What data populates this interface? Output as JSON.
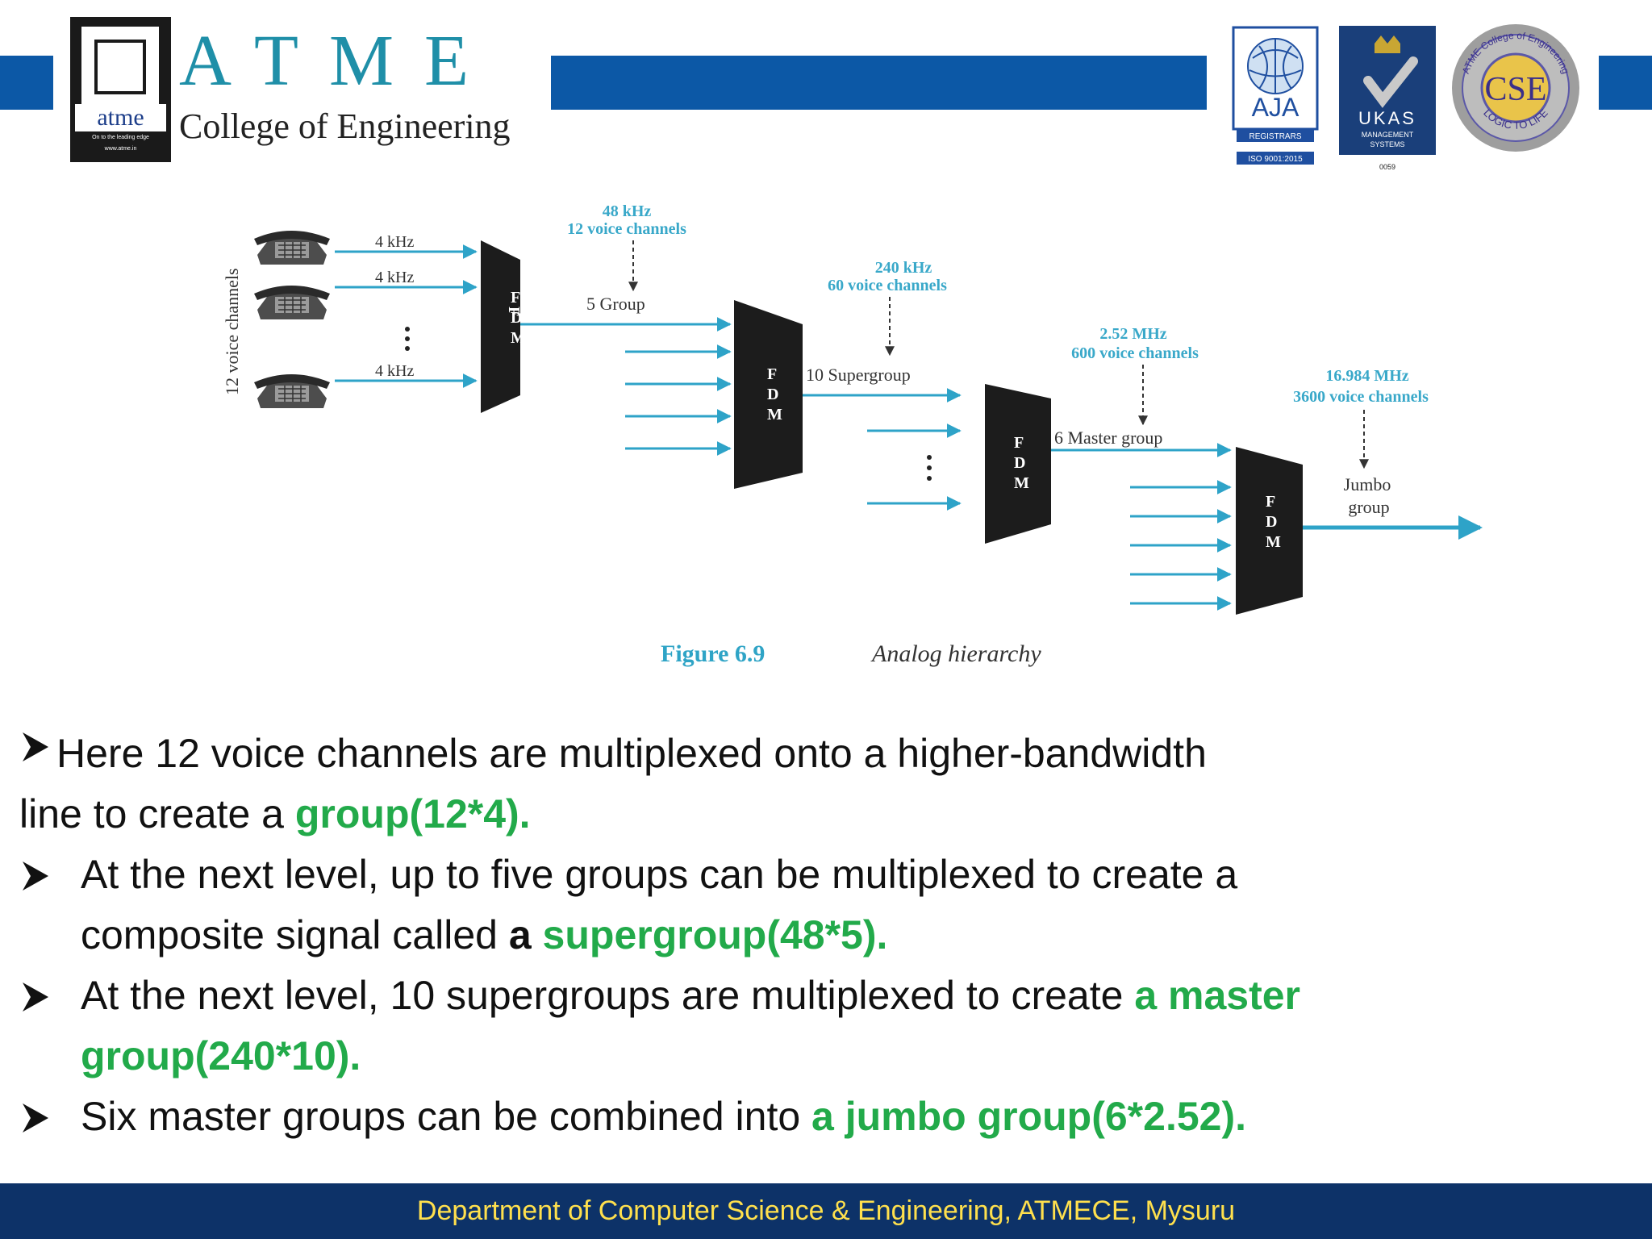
{
  "header": {
    "logo_small_text": "atme",
    "logo_tagline": "On to the leading edge",
    "logo_website": "www.atme.in",
    "brand_title": "ATME",
    "brand_subtitle": "College of Engineering",
    "cert_aja": {
      "name": "AJA",
      "line1": "REGISTRARS",
      "iso": "ISO 9001:2015"
    },
    "cert_ukas": {
      "name": "UKAS",
      "line1": "MANAGEMENT",
      "line2": "SYSTEMS",
      "code": "0059"
    },
    "cse_badge": {
      "center": "CSE",
      "ring_top": "ATME College of Engineering",
      "ring_bottom": "LOGIC TO LIFE"
    },
    "colors": {
      "band": "#0c58a6",
      "brand": "#1f8fa8",
      "footer": "#0d3268",
      "footer_text": "#ffe04d",
      "highlight": "#22aa4a"
    }
  },
  "figure": {
    "side_label": "12 voice channels",
    "inputs": [
      "4 kHz",
      "4 kHz",
      "4 kHz"
    ],
    "mux_label": [
      "F",
      "D",
      "M"
    ],
    "stage1_title_1": "48 kHz",
    "stage1_title_2": "12 voice channels",
    "stage1_label": "5 Group",
    "stage2_title_1": "240 kHz",
    "stage2_title_2": "60 voice channels",
    "stage2_label": "10 Supergroup",
    "stage3_title_1": "2.52 MHz",
    "stage3_title_2": "600 voice channels",
    "stage3_label": "6 Master group",
    "stage4_title_1": "16.984 MHz",
    "stage4_title_2": "3600 voice channels",
    "stage4_label_1": "Jumbo",
    "stage4_label_2": "group",
    "caption_number": "Figure 6.9",
    "caption_text": "Analog hierarchy"
  },
  "bullets": {
    "b1_line1": "Here 12 voice channels are multiplexed onto a higher-bandwidth",
    "b1_line2_pre": "line to create a ",
    "b1_line2_hl": "group(12*4).",
    "b2_line1": "At the next level, up to five groups can be multiplexed to create a",
    "b2_line2_pre": "composite signal called ",
    "b2_line2_bold": "a ",
    "b2_line2_hl": "supergroup(48*5).",
    "b3_line1_pre": "At the next level, 10 supergroups are multiplexed to create ",
    "b3_line1_hl": "a master",
    "b3_line2_hl": "group(240*10).",
    "b4_pre": "Six master groups can be combined into ",
    "b4_hl": "a jumbo group(6*2.52)."
  },
  "footer": {
    "text": "Department of Computer Science & Engineering, ATMECE, Mysuru"
  }
}
